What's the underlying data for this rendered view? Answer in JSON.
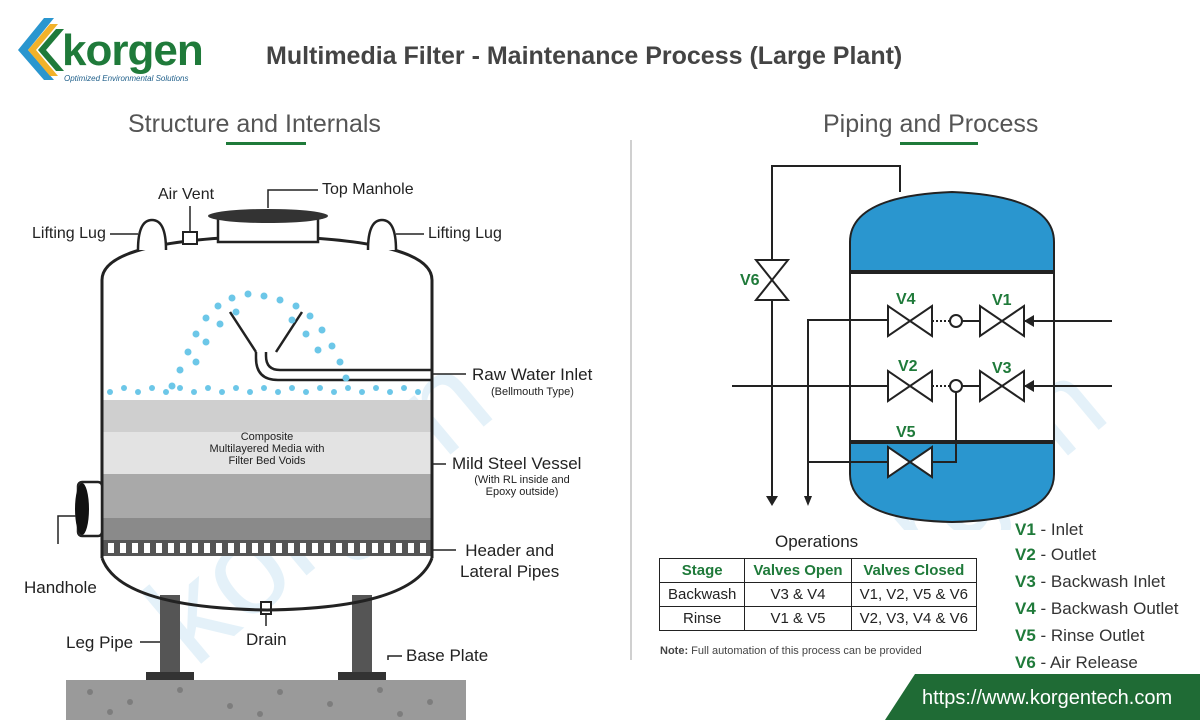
{
  "brand": {
    "name": "korgen",
    "tagline": "Optimized Environmental Solutions",
    "colors": {
      "green": "#1f7a3a",
      "blue": "#2a96cf",
      "dark_green": "#1f6b35"
    }
  },
  "title": "Multimedia Filter  - Maintenance Process (Large Plant)",
  "left_section": {
    "heading": "Structure and Internals",
    "labels": {
      "air_vent": "Air Vent",
      "top_manhole": "Top Manhole",
      "lifting_lug_left": "Lifting Lug",
      "lifting_lug_right": "Lifting Lug",
      "raw_water_inlet": "Raw Water Inlet",
      "raw_water_inlet_sub": "(Bellmouth Type)",
      "media": "Composite\nMultilayered Media with\nFilter Bed Voids",
      "vessel": "Mild Steel Vessel",
      "vessel_sub": "(With RL inside and\nEpoxy outside)",
      "header": "Header and\nLateral Pipes",
      "handhole": "Handhole",
      "leg_pipe": "Leg Pipe",
      "drain": "Drain",
      "base_plate": "Base Plate"
    }
  },
  "right_section": {
    "heading": "Piping and Process",
    "valves": [
      "V1",
      "V2",
      "V3",
      "V4",
      "V5",
      "V6"
    ],
    "legend": [
      {
        "code": "V1",
        "text": " - Inlet"
      },
      {
        "code": "V2",
        "text": " - Outlet"
      },
      {
        "code": "V3",
        "text": " - Backwash Inlet"
      },
      {
        "code": "V4",
        "text": " - Backwash Outlet"
      },
      {
        "code": "V5",
        "text": " - Rinse Outlet"
      },
      {
        "code": "V6",
        "text": " - Air Release"
      }
    ],
    "operations": {
      "title": "Operations",
      "headers": [
        "Stage",
        "Valves Open",
        "Valves Closed"
      ],
      "rows": [
        [
          "Backwash",
          "V3 & V4",
          "V1, V2, V5 & V6"
        ],
        [
          "Rinse",
          "V1 & V5",
          "V2, V3, V4 & V6"
        ]
      ],
      "note_label": "Note:",
      "note_text": " Full automation of this process can be provided"
    }
  },
  "footer_url": "https://www.korgentech.com"
}
